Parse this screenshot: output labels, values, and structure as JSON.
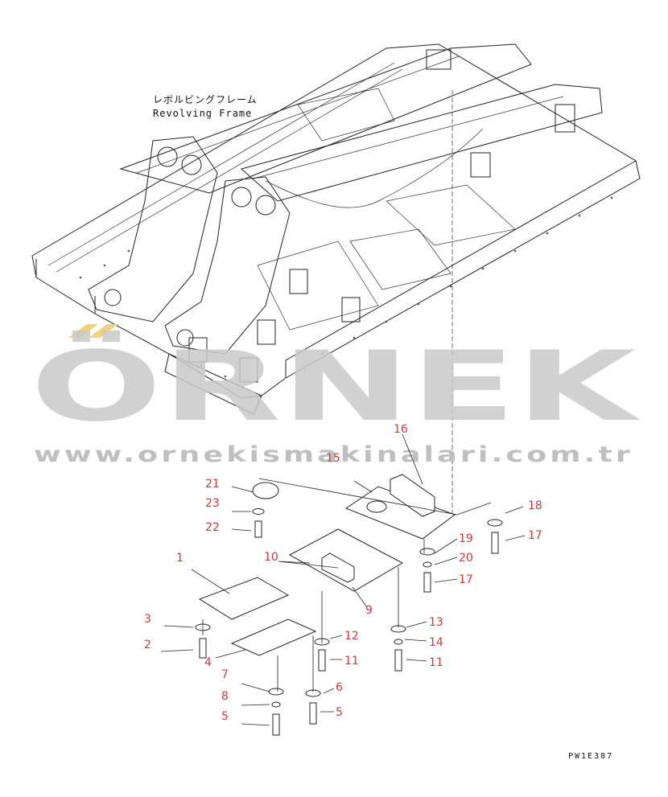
{
  "frame_label": {
    "japanese": "レボルビングフレーム",
    "english": "Revolving Frame"
  },
  "drawing_code": "PW1E387",
  "watermark": {
    "brand": "ÖRNEK",
    "url": "www.ornekismakinalari.com.tr",
    "accent_color": "#f2d27a"
  },
  "callouts": [
    "1",
    "2",
    "3",
    "4",
    "5",
    "5",
    "6",
    "7",
    "8",
    "9",
    "10",
    "11",
    "11",
    "12",
    "13",
    "14",
    "15",
    "16",
    "17",
    "17",
    "18",
    "19",
    "20",
    "21",
    "22",
    "23"
  ]
}
